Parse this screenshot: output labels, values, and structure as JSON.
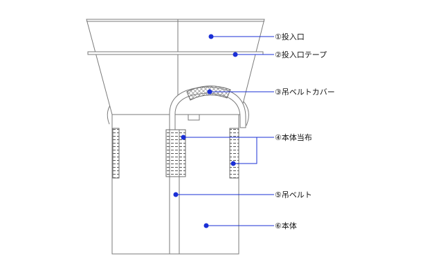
{
  "labels": {
    "c1": {
      "num": "①",
      "text": "投入口"
    },
    "c2": {
      "num": "②",
      "text": "投入口テープ"
    },
    "c3": {
      "num": "③",
      "text": "吊ベルトカバー"
    },
    "c4": {
      "num": "④",
      "text": "本体当布"
    },
    "c5": {
      "num": "⑤",
      "text": "吊ベルト"
    },
    "c6": {
      "num": "⑥",
      "text": "本体"
    }
  },
  "colors": {
    "pointer": "#1a2fd6",
    "outline": "#7a7a7a"
  }
}
